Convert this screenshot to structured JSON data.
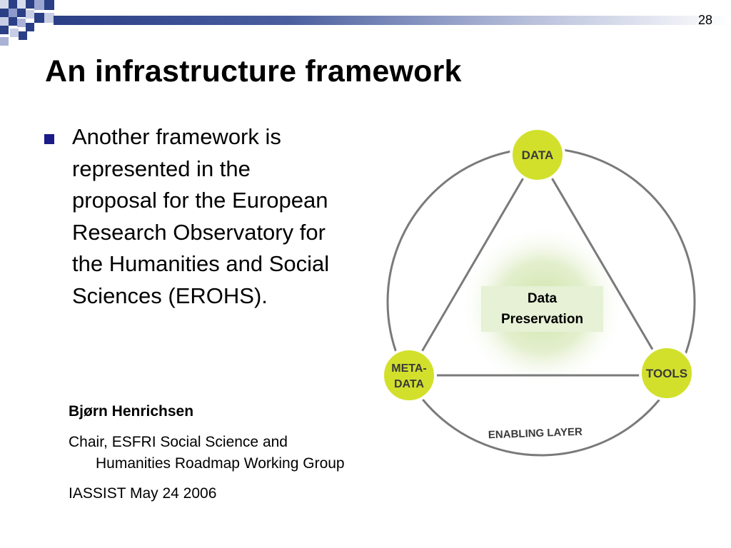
{
  "slide": {
    "number": "28",
    "title": "An infrastructure framework"
  },
  "bullet": {
    "text": "Another framework is represented in the proposal for the European Research Observatory for the Humanities and Social Sciences (EROHS)."
  },
  "author": {
    "name": "Bjørn Henrichsen",
    "role": "Chair, ESFRI Social Science and Humanities Roadmap Working Group",
    "event": "IASSIST May 24 2006"
  },
  "diagram": {
    "nodes": {
      "data": "DATA",
      "metadata_line1": "META-",
      "metadata_line2": "DATA",
      "tools": "TOOLS"
    },
    "ring_label": "ENABLING LAYER",
    "center_line1": "Data",
    "center_line2": "Preservation",
    "colors": {
      "node_fill": "#d2e02c",
      "node_stroke": "#ffffff",
      "ring_stroke": "#7a7a7a",
      "center_glow": "#cfe3a6",
      "center_box": "#e6f1d5"
    }
  },
  "theme": {
    "accent": "#2a3f86",
    "bullet": "#1b1b8a"
  }
}
